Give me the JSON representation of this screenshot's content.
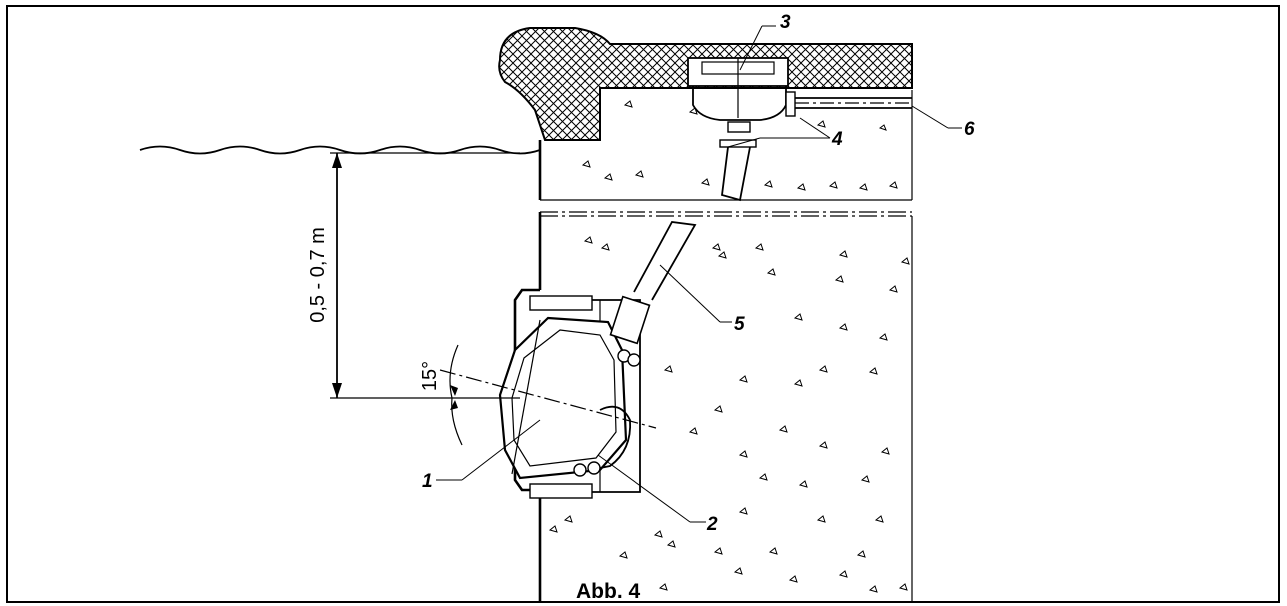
{
  "figure": {
    "caption": "Abb. 4",
    "dimension_label": "0,5 - 0,7 m",
    "angle_label": "15°",
    "callouts": [
      "1",
      "2",
      "3",
      "4",
      "5",
      "6"
    ]
  }
}
